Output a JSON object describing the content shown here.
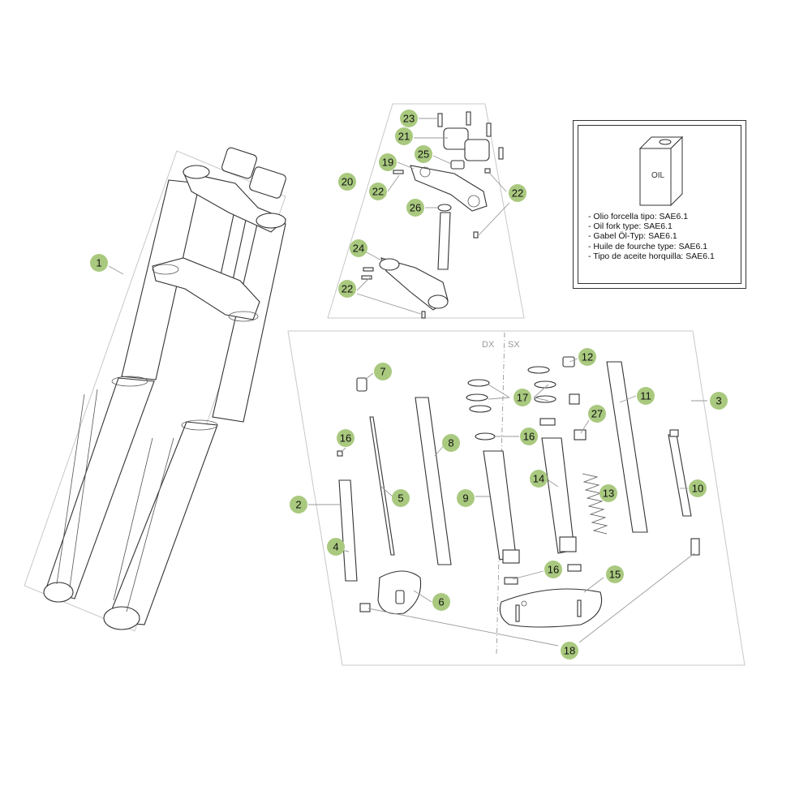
{
  "callouts": [
    {
      "n": "1"
    },
    {
      "n": "2"
    },
    {
      "n": "3"
    },
    {
      "n": "4"
    },
    {
      "n": "5"
    },
    {
      "n": "6"
    },
    {
      "n": "7"
    },
    {
      "n": "8"
    },
    {
      "n": "9"
    },
    {
      "n": "10"
    },
    {
      "n": "11"
    },
    {
      "n": "12"
    },
    {
      "n": "13"
    },
    {
      "n": "14"
    },
    {
      "n": "15"
    },
    {
      "n": "16"
    },
    {
      "n": "16"
    },
    {
      "n": "16"
    },
    {
      "n": "17"
    },
    {
      "n": "18"
    },
    {
      "n": "19"
    },
    {
      "n": "20"
    },
    {
      "n": "21"
    },
    {
      "n": "22"
    },
    {
      "n": "22"
    },
    {
      "n": "22"
    },
    {
      "n": "23"
    },
    {
      "n": "24"
    },
    {
      "n": "25"
    },
    {
      "n": "26"
    },
    {
      "n": "27"
    }
  ],
  "side_labels": {
    "right": "DX",
    "left": "SX"
  },
  "oil_box": {
    "can_label": "OIL",
    "lines": [
      "- Olio forcella tipo: SAE6.1",
      "- Oil fork type: SAE6.1",
      "- Gabel Öl-Typ: SAE6.1",
      "- Huile de fourche type: SAE6.1",
      "- Tipo de aceite horquilla: SAE6.1"
    ]
  },
  "colors": {
    "callout_fill": "#a9c97f",
    "line": "#333333",
    "frame": "#c8c8c8"
  }
}
